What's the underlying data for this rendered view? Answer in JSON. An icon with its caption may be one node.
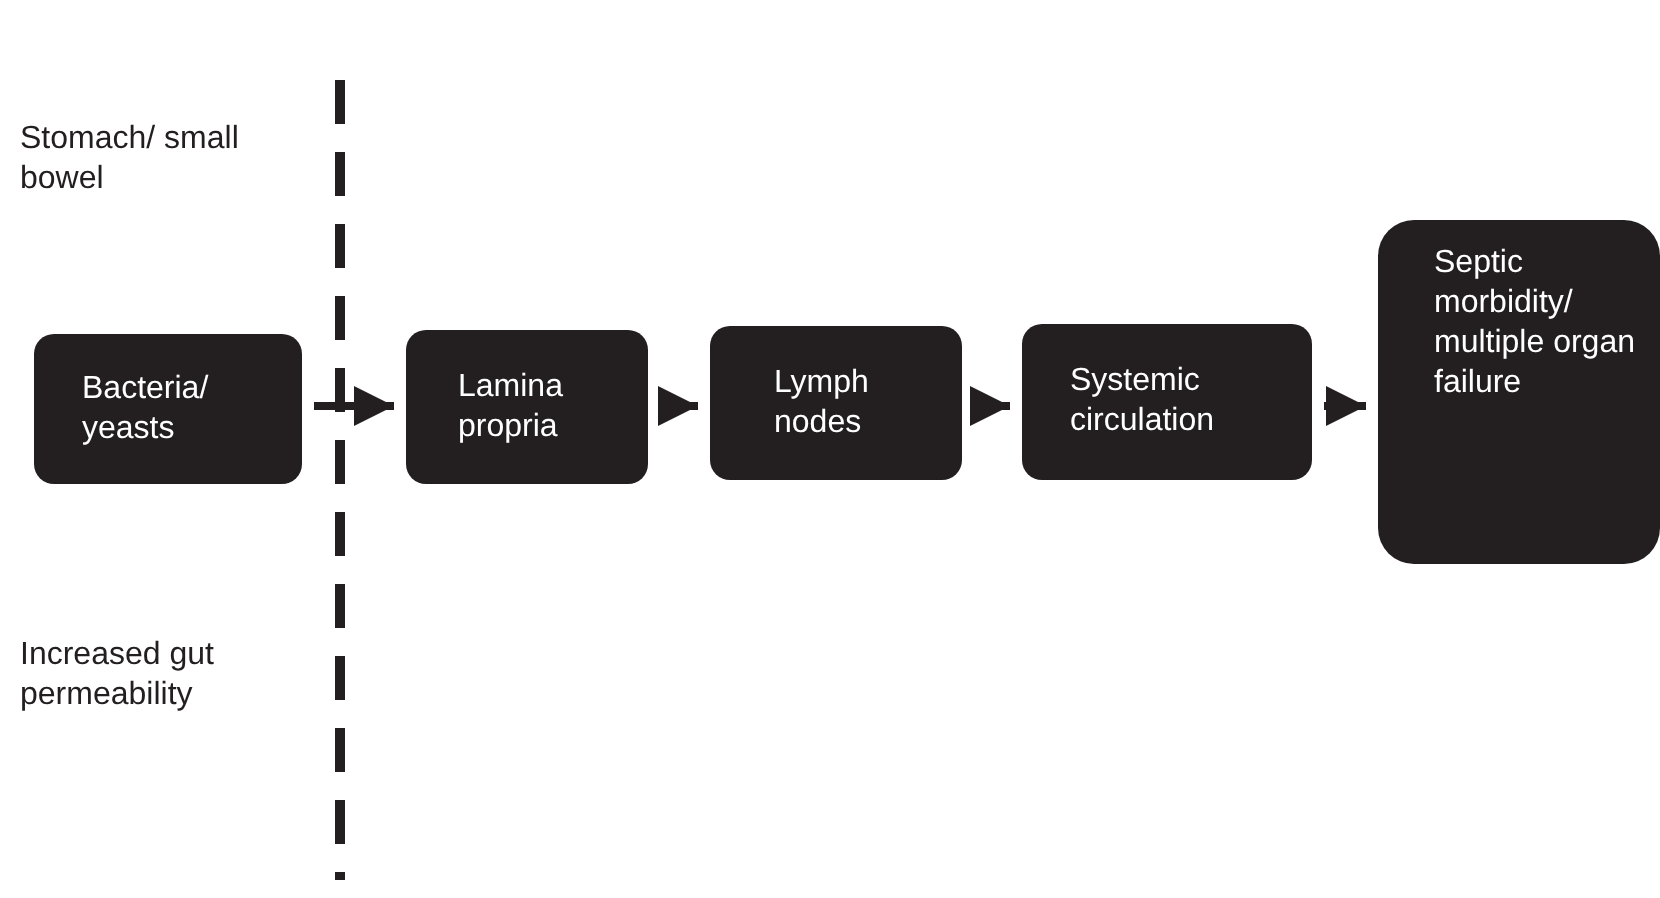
{
  "diagram": {
    "nodes": [
      {
        "text": [
          "Bacteria/ yeasts"
        ]
      },
      {
        "text": [
          "Lamina propria"
        ]
      },
      {
        "text": [
          "Lymph nodes"
        ]
      },
      {
        "text": [
          "Systemic circulation"
        ]
      },
      {
        "text": [
          "Septic morbidity/ multiple organ failure"
        ]
      }
    ],
    "edges": [
      {
        "from": 0,
        "to": 1,
        "arrow": "to"
      },
      {
        "from": 1,
        "to": 2,
        "arrow": "to"
      },
      {
        "from": 2,
        "to": 3,
        "arrow": "to"
      },
      {
        "from": 3,
        "to": 4,
        "arrow": "to"
      }
    ],
    "labels": [
      "Stomach/ small bowel",
      "Increased gut permeability"
    ]
  }
}
